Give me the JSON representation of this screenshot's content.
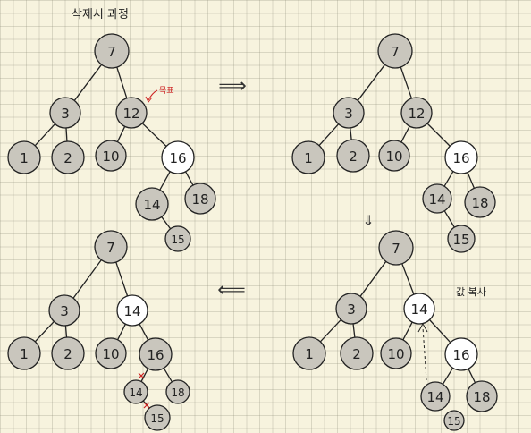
{
  "title": "삭제시 과정",
  "annotations": {
    "copy_value": "값 복사",
    "red_note": "목표"
  },
  "arrows": {
    "right": "⟹",
    "down": "⇓",
    "left": "⟸"
  },
  "colors": {
    "filled_node": "#c9c6bd",
    "empty_node": "#ffffff",
    "stroke": "#222222",
    "red_mark": "#cc2222"
  },
  "panels": [
    {
      "id": "panel-1",
      "nodes": [
        {
          "label": "7",
          "fill": "gray"
        },
        {
          "label": "3",
          "fill": "gray"
        },
        {
          "label": "12",
          "fill": "gray"
        },
        {
          "label": "1",
          "fill": "gray"
        },
        {
          "label": "2",
          "fill": "gray"
        },
        {
          "label": "10",
          "fill": "gray"
        },
        {
          "label": "16",
          "fill": "white"
        },
        {
          "label": "14",
          "fill": "gray"
        },
        {
          "label": "18",
          "fill": "gray"
        },
        {
          "label": "15",
          "fill": "gray"
        }
      ]
    },
    {
      "id": "panel-2",
      "nodes": [
        {
          "label": "7",
          "fill": "gray"
        },
        {
          "label": "3",
          "fill": "gray"
        },
        {
          "label": "12",
          "fill": "gray"
        },
        {
          "label": "1",
          "fill": "gray"
        },
        {
          "label": "2",
          "fill": "gray"
        },
        {
          "label": "10",
          "fill": "gray"
        },
        {
          "label": "16",
          "fill": "white"
        },
        {
          "label": "14",
          "fill": "gray"
        },
        {
          "label": "18",
          "fill": "gray"
        },
        {
          "label": "15",
          "fill": "gray"
        }
      ]
    },
    {
      "id": "panel-3",
      "nodes": [
        {
          "label": "7",
          "fill": "gray"
        },
        {
          "label": "3",
          "fill": "gray"
        },
        {
          "label": "14",
          "fill": "white"
        },
        {
          "label": "1",
          "fill": "gray"
        },
        {
          "label": "2",
          "fill": "gray"
        },
        {
          "label": "10",
          "fill": "gray"
        },
        {
          "label": "16",
          "fill": "white"
        },
        {
          "label": "14",
          "fill": "gray"
        },
        {
          "label": "18",
          "fill": "gray"
        },
        {
          "label": "15",
          "fill": "gray"
        }
      ]
    },
    {
      "id": "panel-4",
      "nodes": [
        {
          "label": "7",
          "fill": "gray"
        },
        {
          "label": "3",
          "fill": "gray"
        },
        {
          "label": "14",
          "fill": "white"
        },
        {
          "label": "1",
          "fill": "gray"
        },
        {
          "label": "2",
          "fill": "gray"
        },
        {
          "label": "10",
          "fill": "gray"
        },
        {
          "label": "16",
          "fill": "gray"
        },
        {
          "label": "14",
          "fill": "gray"
        },
        {
          "label": "18",
          "fill": "gray"
        },
        {
          "label": "15",
          "fill": "gray"
        }
      ]
    }
  ]
}
